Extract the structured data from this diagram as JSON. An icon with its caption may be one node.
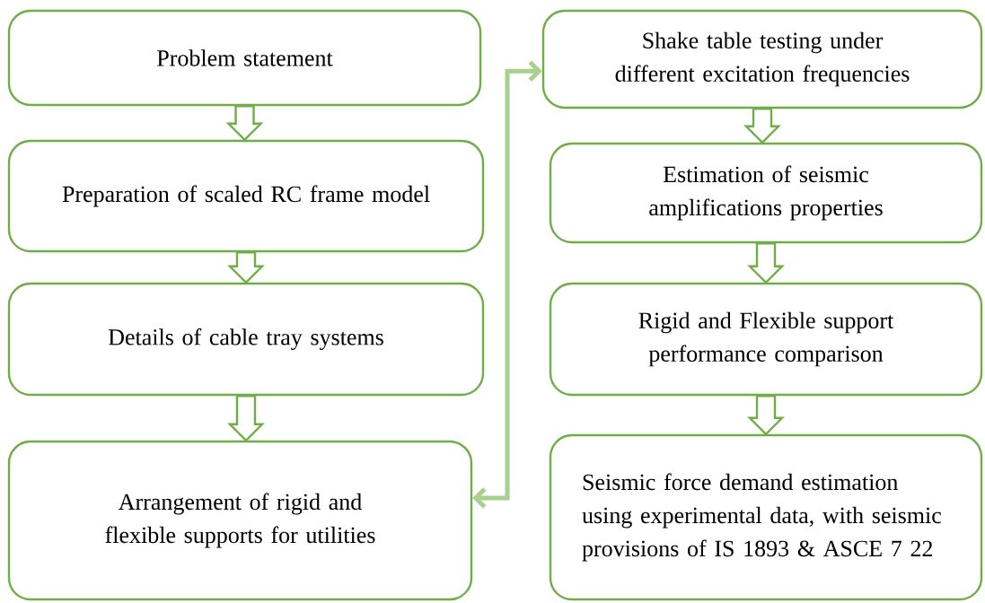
{
  "diagram": {
    "nodes": [
      {
        "text": [
          "Problem statement"
        ]
      },
      {
        "text": [
          "Preparation of scaled RC frame model"
        ]
      },
      {
        "text": [
          "Details of cable tray systems"
        ]
      },
      {
        "text": [
          "Arrangement of rigid and flexible supports for utilities"
        ]
      },
      {
        "text": [
          "Shake table testing under different excitation frequencies"
        ]
      },
      {
        "text": [
          "Estimation of seismic amplifications properties"
        ]
      },
      {
        "text": [
          "Rigid and Flexible support performance comparison"
        ]
      },
      {
        "text": [
          "Seismic force demand estimation using experimental data, with seismic provisions of IS 1893 & ASCE 7 22"
        ]
      }
    ],
    "edges": [
      {
        "from": 0,
        "to": 1,
        "arrow": "to"
      },
      {
        "from": 1,
        "to": 2,
        "arrow": "to"
      },
      {
        "from": 2,
        "to": 3,
        "arrow": "to"
      },
      {
        "from": 3,
        "to": 4,
        "arrow": "both",
        "color": "#a9d18e"
      },
      {
        "from": 4,
        "to": 5,
        "arrow": "to"
      },
      {
        "from": 5,
        "to": 6,
        "arrow": "to"
      },
      {
        "from": 6,
        "to": 7,
        "arrow": "to"
      }
    ]
  }
}
